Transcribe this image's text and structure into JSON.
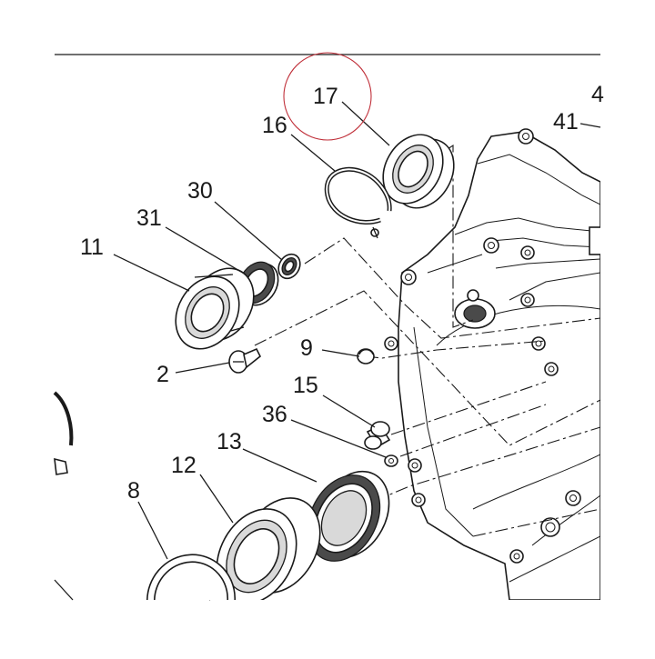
{
  "callouts": [
    {
      "id": "17",
      "label": "17"
    },
    {
      "id": "16",
      "label": "16"
    },
    {
      "id": "41",
      "label": "41"
    },
    {
      "id": "4",
      "label": "4"
    },
    {
      "id": "30",
      "label": "30"
    },
    {
      "id": "31",
      "label": "31"
    },
    {
      "id": "11",
      "label": "11"
    },
    {
      "id": "9",
      "label": "9"
    },
    {
      "id": "2",
      "label": "2"
    },
    {
      "id": "15",
      "label": "15"
    },
    {
      "id": "36",
      "label": "36"
    },
    {
      "id": "13",
      "label": "13"
    },
    {
      "id": "12",
      "label": "12"
    },
    {
      "id": "8",
      "label": "8"
    }
  ],
  "highlight": {
    "target": "17",
    "color": "#c0303a"
  },
  "colors": {
    "ink": "#1a1a1a",
    "shade": "#d9d9d9",
    "dark": "#4a4a4a"
  }
}
